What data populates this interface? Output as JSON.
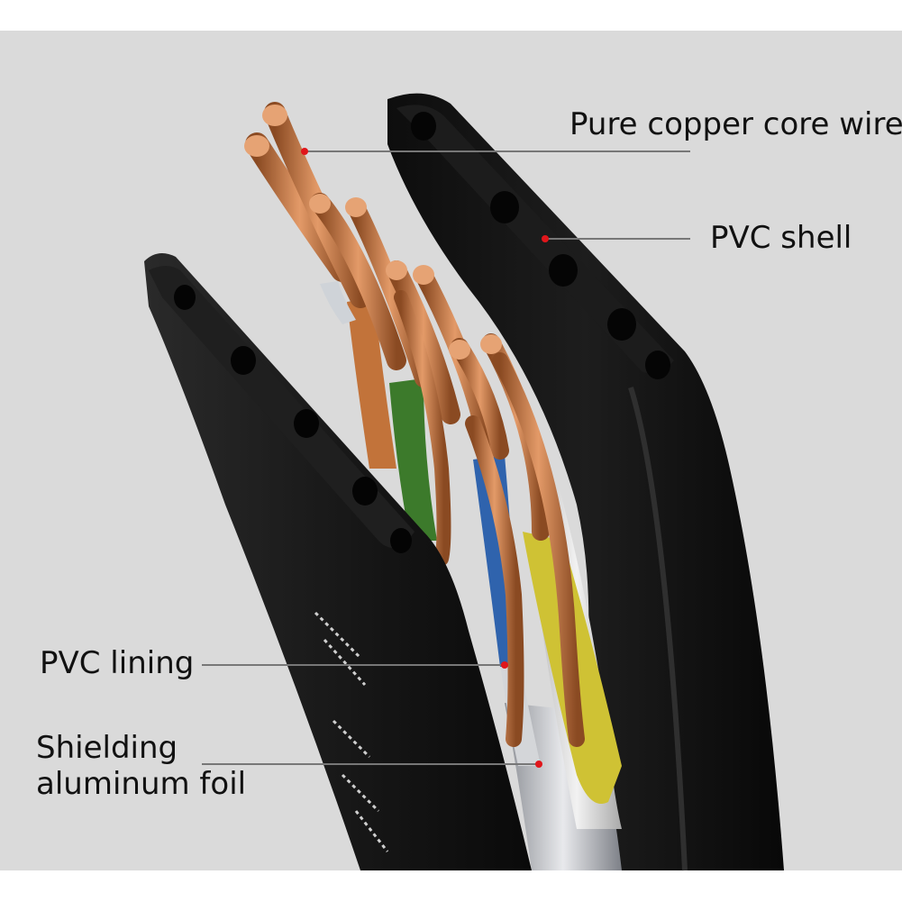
{
  "labels": {
    "copper_core": "Pure copper core wire",
    "pvc_shell": "PVC shell",
    "pvc_lining": "PVC lining",
    "shielding_line1": "Shielding",
    "shielding_line2": "aluminum foil"
  },
  "colors": {
    "background": "#dadada",
    "jacket": "#141414",
    "copper": "#c8794a",
    "callout_dot": "#e0161b",
    "leader_line": "#777777",
    "wire_insulation": [
      "#c97a3c",
      "#3f7a2c",
      "#2e5fa8",
      "#d2c63a",
      "#d8d8d8",
      "#b9c0cc"
    ]
  }
}
